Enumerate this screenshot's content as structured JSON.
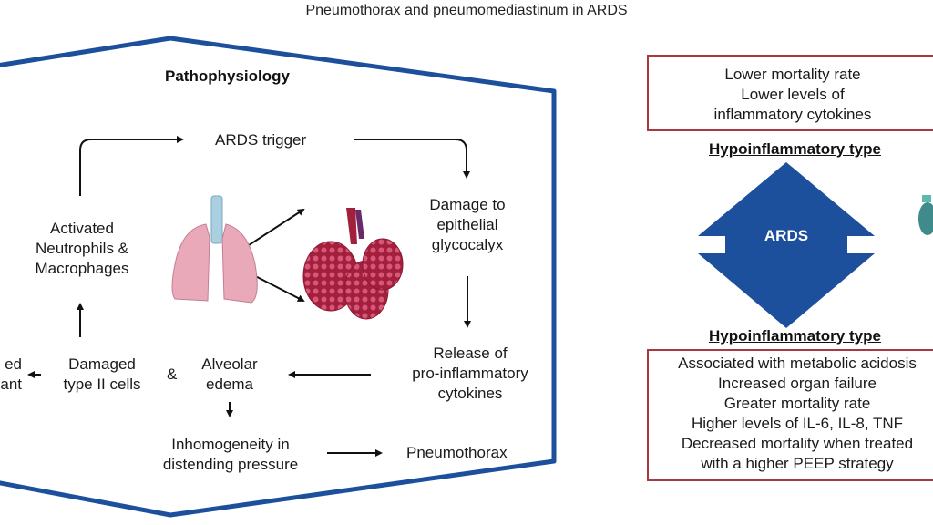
{
  "title": "Pneumothorax and pneumomediastinum in ARDS",
  "pathophysiology": {
    "heading": "Pathophysiology",
    "nodes": {
      "ards_trigger": "ARDS trigger",
      "damage_glycocalyx": [
        "Damage to",
        "epithelial",
        "glycocalyx"
      ],
      "release_cytokines": [
        "Release of",
        "pro-inflammatory",
        "cytokines"
      ],
      "alveolar_edema": [
        "Alveolar",
        "edema"
      ],
      "ampersand": "&",
      "damaged_type2": [
        "Damaged",
        "type II cells"
      ],
      "damaged_surfactant_partial": [
        "ed",
        "ant"
      ],
      "activated_cells": [
        "Activated",
        "Neutrophils &",
        "Macrophages"
      ],
      "inhomogeneity": [
        "Inhomogeneity in",
        "distending pressure"
      ],
      "pneumothorax": "Pneumothorax"
    },
    "illustrations": [
      "lungs-illustration",
      "alveoli-illustration"
    ]
  },
  "phenotypes": {
    "top_box": [
      "Lower mortality rate",
      "Lower levels of",
      "inflammatory cytokines"
    ],
    "top_heading": "Hypoinflammatory type",
    "center_label": "ARDS",
    "bottom_heading": "Hypoinflammatory type",
    "bottom_box": [
      "Associated with metabolic acidosis",
      "Increased organ failure",
      "Greater mortality rate",
      "Higher levels of IL-6, IL-8, TNF",
      "Decreased mortality when treated",
      "with a higher PEEP strategy"
    ]
  },
  "colors": {
    "frame_blue": "#1c4f9c",
    "arrow_blue": "#1c4f9c",
    "box_red": "#a83a3f",
    "lung_pink": "#e9a9b8",
    "trachea_blue": "#a9cfe0",
    "alveoli_red": "#a3203c"
  }
}
